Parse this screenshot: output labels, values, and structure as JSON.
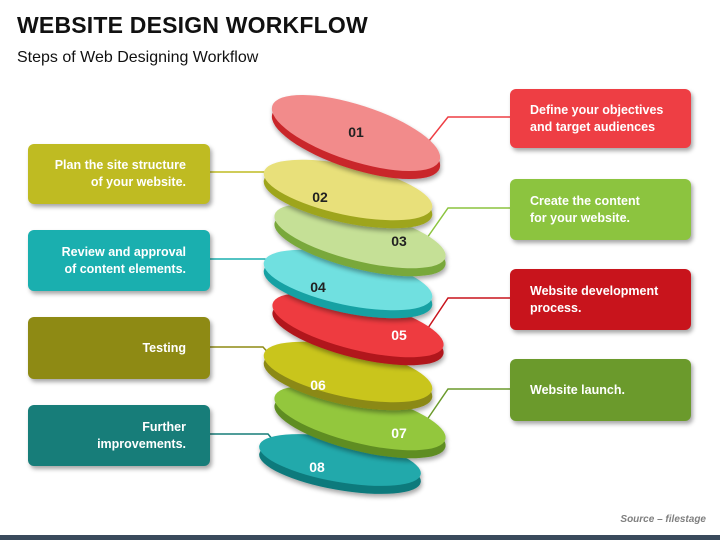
{
  "header": {
    "title": "WEBSITE DESIGN WORKFLOW",
    "subtitle": "Steps of Web Designing Workflow"
  },
  "steps": [
    {
      "number": "01",
      "text": "Define your objectives\nand target audiences",
      "side": "right",
      "disc": "#f28b8b",
      "edge": "#c9262c",
      "box": "#ee3e44",
      "num_color": "#222222"
    },
    {
      "number": "02",
      "text": "Plan the site structure\nof your website.",
      "side": "left",
      "disc": "#e8e07a",
      "edge": "#9ea51c",
      "box": "#bfbb22",
      "num_color": "#222222"
    },
    {
      "number": "03",
      "text": "Create the content\nfor your website.",
      "side": "right",
      "disc": "#c5e096",
      "edge": "#79a83a",
      "box": "#8cc43f",
      "num_color": "#222222"
    },
    {
      "number": "04",
      "text": "Review and approval\nof content elements.",
      "side": "left",
      "disc": "#6fe0e0",
      "edge": "#14a1a3",
      "box": "#1aafaf",
      "num_color": "#222222"
    },
    {
      "number": "05",
      "text": "Website development\nprocess.",
      "side": "right",
      "disc": "#ee3a40",
      "edge": "#b1161c",
      "box": "#c8141c",
      "num_color": "#ffffff"
    },
    {
      "number": "06",
      "text": "Testing",
      "side": "left",
      "disc": "#c9c51d",
      "edge": "#8b8912",
      "box": "#8e8a14",
      "num_color": "#ffffff"
    },
    {
      "number": "07",
      "text": "Website launch.",
      "side": "right",
      "disc": "#93c73c",
      "edge": "#5e8d23",
      "box": "#6b9a2c",
      "num_color": "#ffffff"
    },
    {
      "number": "08",
      "text": "Further\nimprovements.",
      "side": "left",
      "disc": "#21a9ab",
      "edge": "#117a7c",
      "box": "#177d79",
      "num_color": "#ffffff"
    }
  ],
  "source": "Source – filestage"
}
